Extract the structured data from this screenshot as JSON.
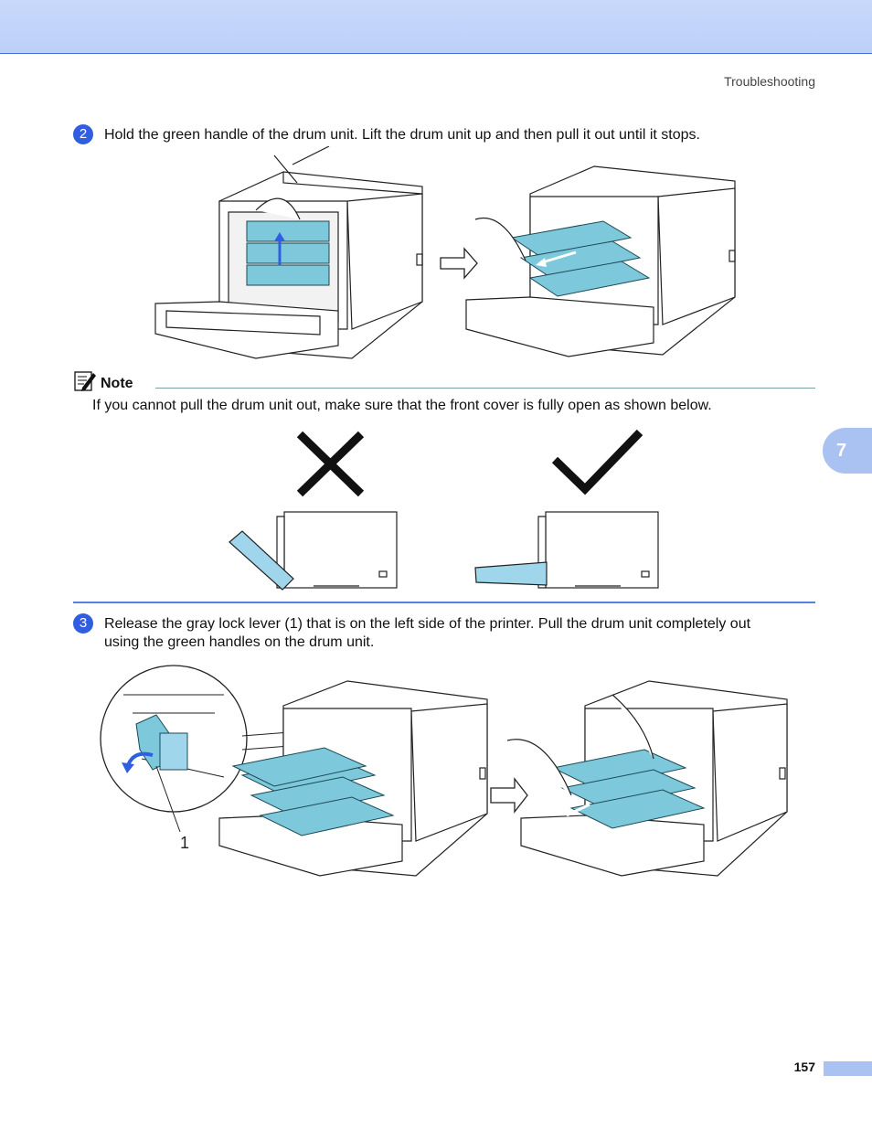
{
  "header": {
    "section_title": "Troubleshooting"
  },
  "steps": [
    {
      "number": "2",
      "text": "Hold the green handle of the drum unit. Lift the drum unit up and then pull it out until it stops."
    },
    {
      "number": "3",
      "text_line1": "Release the gray lock lever (1) that is on the left side of the printer. Pull the drum unit completely out",
      "text_line2": "using the green handles on the drum unit."
    }
  ],
  "note": {
    "label": "Note",
    "text": "If you cannot pull the drum unit out, make sure that the front cover is fully open as shown below."
  },
  "callout": {
    "label": "1"
  },
  "chapter_tab": "7",
  "footer": {
    "page_number": "157"
  },
  "colors": {
    "accent_blue": "#2f5fe0",
    "drum_cyan": "#7ec8dc",
    "tab_blue": "#a9c2f2",
    "header_band": "#c8d8fb"
  },
  "icons": [
    "note-pencil-icon",
    "wrong-cross-icon",
    "correct-check-icon",
    "right-arrow-icon"
  ]
}
